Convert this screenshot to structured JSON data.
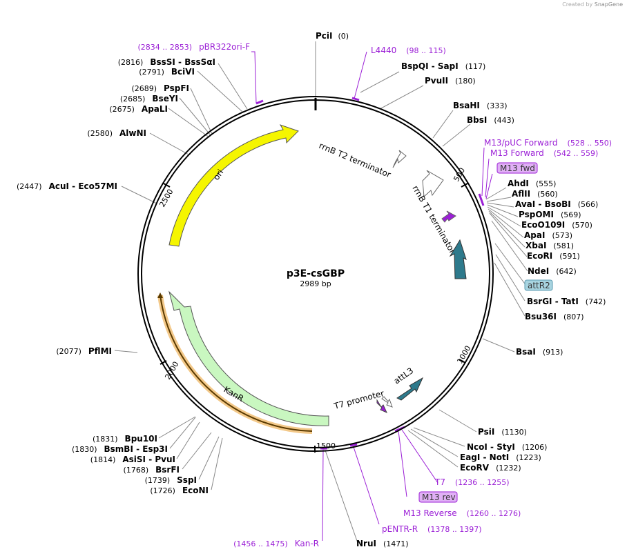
{
  "credit": {
    "prefix": "Created by",
    "brand": "SnapGene"
  },
  "plasmid": {
    "name": "p3E-csGBP",
    "length": "2989 bp",
    "total_bp": 2989
  },
  "colors": {
    "primer": "#9b1fd6",
    "backbone": "#000000",
    "ori": "#f5f500",
    "kanr": "#c9f7c0",
    "attr": "#2e7a8c",
    "terminator": "#ffffff",
    "promoter": "#9b1fd6",
    "highlight": "#f0c070"
  },
  "ticks": [
    {
      "bp": 500,
      "label": "500"
    },
    {
      "bp": 1000,
      "label": "1000"
    },
    {
      "bp": 1500,
      "label": "1500"
    },
    {
      "bp": 2000,
      "label": "2000"
    },
    {
      "bp": 2500,
      "label": "2500"
    }
  ],
  "sites_right": [
    {
      "name": "PciI",
      "pos": "(0)"
    },
    {
      "name": "BspQI  -  SapI",
      "pos": "(117)"
    },
    {
      "name": "PvuII",
      "pos": "(180)"
    },
    {
      "name": "BsaHI",
      "pos": "(333)"
    },
    {
      "name": "BbsI",
      "pos": "(443)"
    },
    {
      "name": "AhdI",
      "pos": "(555)"
    },
    {
      "name": "AflII",
      "pos": "(560)"
    },
    {
      "name": "AvaI  -  BsoBI",
      "pos": "(566)"
    },
    {
      "name": "PspOMI",
      "pos": "(569)"
    },
    {
      "name": "EcoO109I",
      "pos": "(570)"
    },
    {
      "name": "ApaI",
      "pos": "(573)"
    },
    {
      "name": "XbaI",
      "pos": "(581)"
    },
    {
      "name": "EcoRI",
      "pos": "(591)"
    },
    {
      "name": "NdeI",
      "pos": "(642)"
    },
    {
      "name": "BsrGI  -  TatI",
      "pos": "(742)"
    },
    {
      "name": "Bsu36I",
      "pos": "(807)"
    },
    {
      "name": "BsaI",
      "pos": "(913)"
    },
    {
      "name": "PsiI",
      "pos": "(1130)"
    },
    {
      "name": "NcoI  -  StyI",
      "pos": "(1206)"
    },
    {
      "name": "EagI  -  NotI",
      "pos": "(1223)"
    },
    {
      "name": "EcoRV",
      "pos": "(1232)"
    },
    {
      "name": "NruI",
      "pos": "(1471)"
    }
  ],
  "sites_left": [
    {
      "name": "BssSI  -  BssSαI",
      "pos": "(2816)"
    },
    {
      "name": "BciVI",
      "pos": "(2791)"
    },
    {
      "name": "PspFI",
      "pos": "(2689)"
    },
    {
      "name": "BseYI",
      "pos": "(2685)"
    },
    {
      "name": "ApaLI",
      "pos": "(2675)"
    },
    {
      "name": "AlwNI",
      "pos": "(2580)"
    },
    {
      "name": "AcuI  -  Eco57MI",
      "pos": "(2447)"
    },
    {
      "name": "PflMI",
      "pos": "(2077)"
    },
    {
      "name": "Bpu10I",
      "pos": "(1831)"
    },
    {
      "name": "BsmBI  -  Esp3I",
      "pos": "(1830)"
    },
    {
      "name": "AsiSI  -  PvuI",
      "pos": "(1814)"
    },
    {
      "name": "BsrFI",
      "pos": "(1768)"
    },
    {
      "name": "SspI",
      "pos": "(1739)"
    },
    {
      "name": "EcoNI",
      "pos": "(1726)"
    }
  ],
  "primers": [
    {
      "name": "pBR322ori-F",
      "range": "(2834 .. 2853)"
    },
    {
      "name": "L4440",
      "range": "(98 .. 115)"
    },
    {
      "name": "M13/pUC Forward",
      "range": "(528 .. 550)"
    },
    {
      "name": "M13 Forward",
      "range": "(542 .. 559)"
    },
    {
      "name": "T7",
      "range": "(1236 .. 1255)"
    },
    {
      "name": "M13 Reverse",
      "range": "(1260 .. 1276)"
    },
    {
      "name": "pENTR-R",
      "range": "(1378 .. 1397)"
    },
    {
      "name": "Kan-R",
      "range": "(1456 .. 1475)"
    }
  ],
  "boxed": {
    "m13fwd": "M13 fwd",
    "attr2": "attR2",
    "m13rev": "M13 rev"
  },
  "features": {
    "ori": "ori",
    "kanr": "KanR",
    "rrnb_t2": "rrnB T2 terminator",
    "rrnb_t1": "rrnB T1 terminator",
    "t7_promoter": "T7 promoter",
    "attl3": "attL3"
  }
}
